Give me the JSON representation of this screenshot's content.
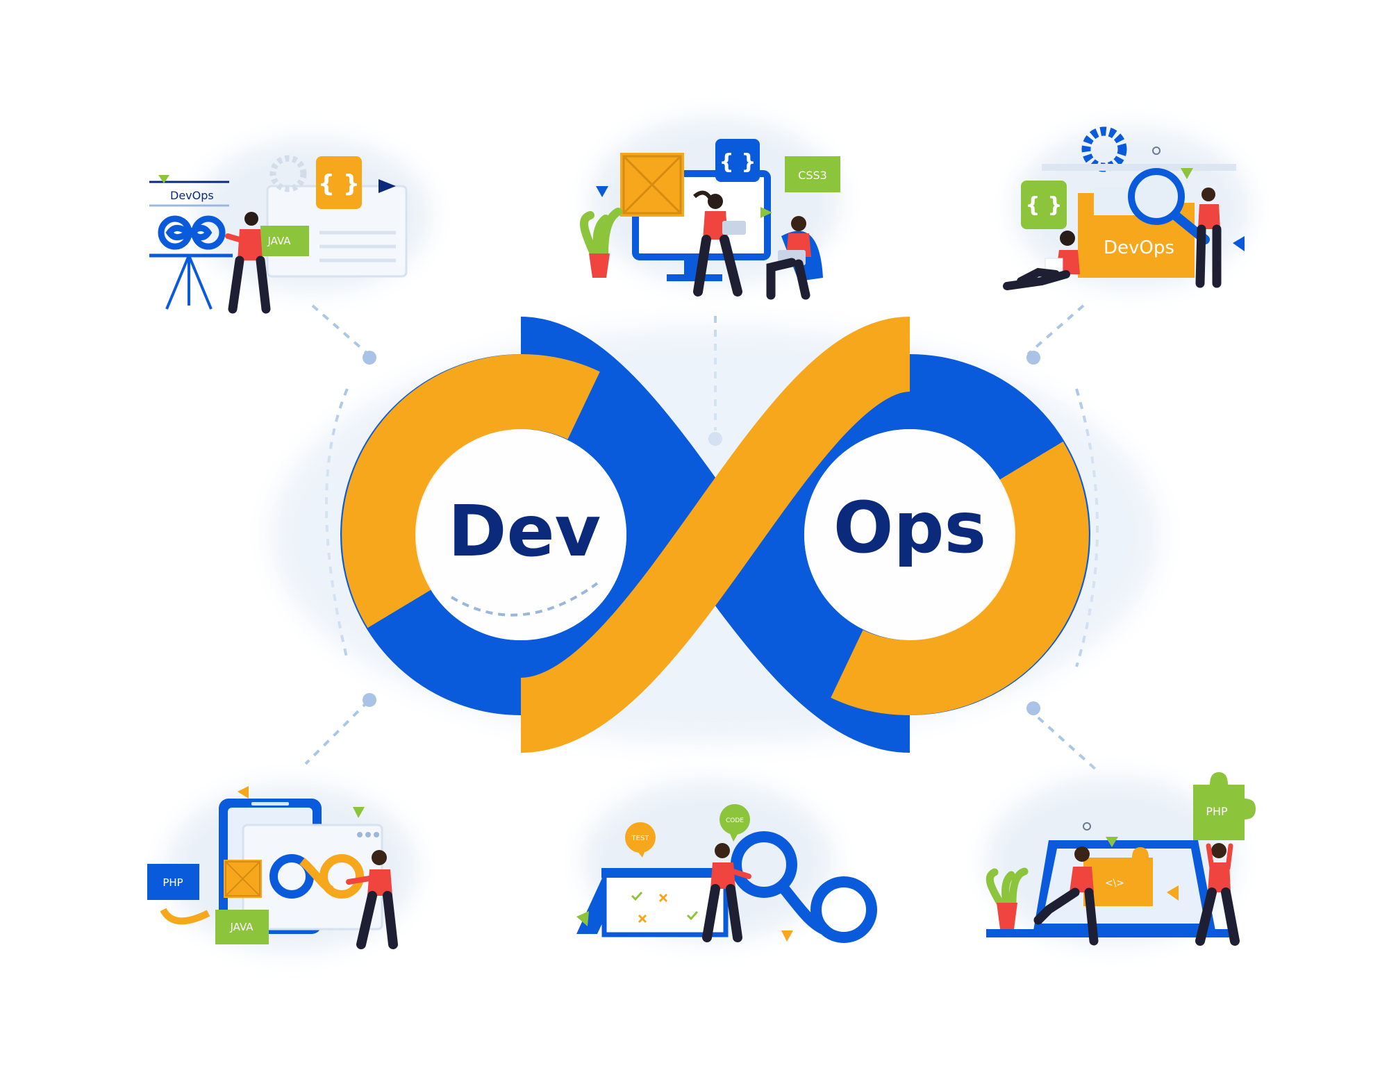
{
  "colors": {
    "blue": "#0a5bdc",
    "orange": "#f7a71c",
    "navy": "#0b2a7c",
    "green": "#8cc43b",
    "red": "#f0453f",
    "dark": "#1f1f33",
    "pale": "#e6eef8"
  },
  "logo": {
    "dev_label": "Dev",
    "ops_label": "Ops"
  },
  "scenes": {
    "plan": {
      "board_title": "DevOps",
      "badge": "JAVA",
      "braces": "{ }",
      "icons": [
        "infinity-icon",
        "play-icon",
        "gear-icon"
      ]
    },
    "code": {
      "braces": "{ }",
      "badge": "CSS3",
      "icons": [
        "image-placeholder-icon",
        "play-icon",
        "plant-icon"
      ]
    },
    "deploy": {
      "folder_label": "DevOps",
      "braces": "{ }",
      "icons": [
        "gear-icon",
        "magnifier-icon",
        "folder-icon"
      ]
    },
    "build": {
      "badge_php": "PHP",
      "badge_java": "JAVA",
      "icons": [
        "tablet-icon",
        "infinity-icon",
        "image-placeholder-icon"
      ]
    },
    "test": {
      "bubble_test": "TEST",
      "bubble_code": "CODE",
      "icons": [
        "calendar-icon",
        "infinity-icon",
        "checkmark-icon"
      ]
    },
    "integrate": {
      "badge_php": "PHP",
      "puzzle_code": "<\\>",
      "icons": [
        "laptop-icon",
        "puzzle-icon",
        "plant-icon"
      ]
    }
  }
}
